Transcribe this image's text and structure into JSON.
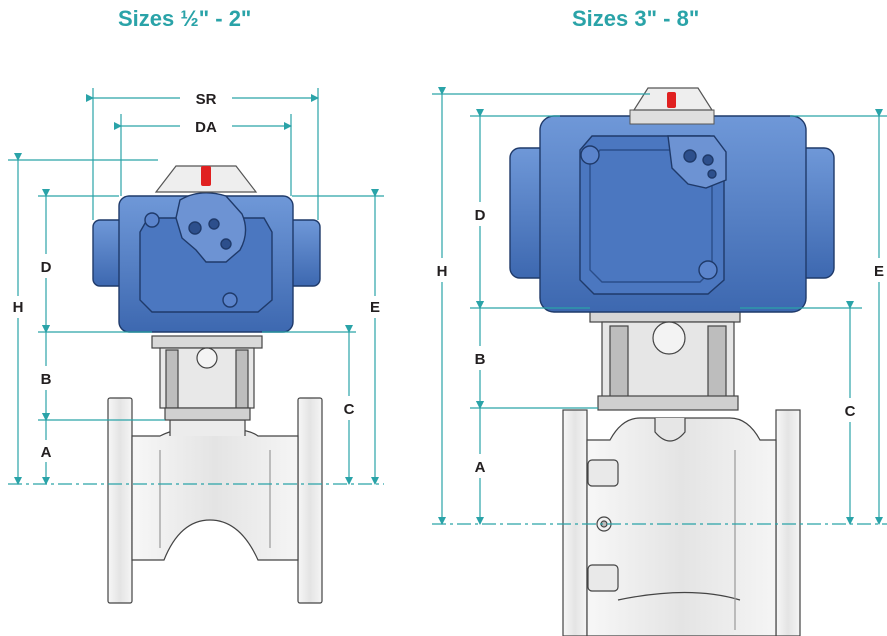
{
  "titles": {
    "left": "Sizes ½\" - 2\"",
    "right": "Sizes 3\" - 8\""
  },
  "left_labels": {
    "sr": "SR",
    "da": "DA",
    "h": "H",
    "d": "D",
    "b": "B",
    "a": "A",
    "e": "E",
    "c": "C"
  },
  "right_labels": {
    "h": "H",
    "d": "D",
    "b": "B",
    "a": "A",
    "e": "E",
    "c": "C"
  },
  "colors": {
    "title": "#2aa3a8",
    "dimension": "#2aa3a8",
    "actuator": "#4a78c0",
    "valve": "#f2f2f2",
    "indicator": "#e02020"
  }
}
